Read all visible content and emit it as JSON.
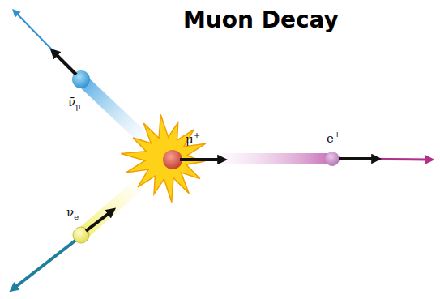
{
  "diagram": {
    "title": "Muon Decay",
    "labels": [
      "ν̄μ",
      "μ+",
      "e+",
      "νe"
    ]
  }
}
